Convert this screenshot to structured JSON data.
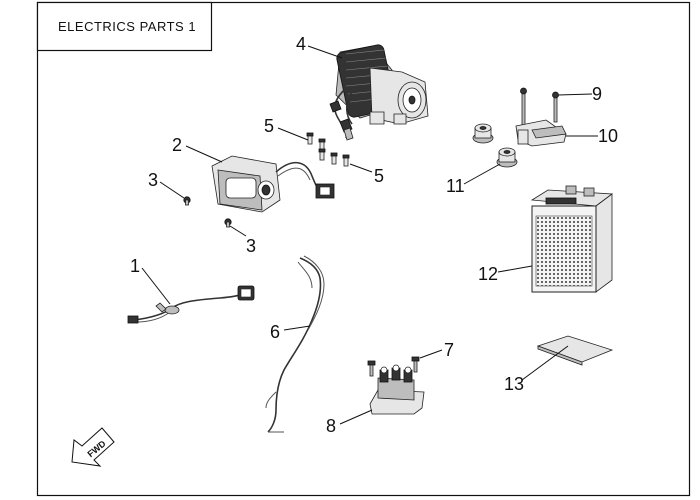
{
  "title": "ELECTRICS PARTS 1",
  "forward_label": "FWD",
  "callouts": {
    "c1": "1",
    "c2": "2",
    "c3a": "3",
    "c3b": "3",
    "c4": "4",
    "c5a": "5",
    "c5b": "5",
    "c6": "6",
    "c7": "7",
    "c8": "8",
    "c9": "9",
    "c10": "10",
    "c11": "11",
    "c12": "12",
    "c13": "13"
  }
}
